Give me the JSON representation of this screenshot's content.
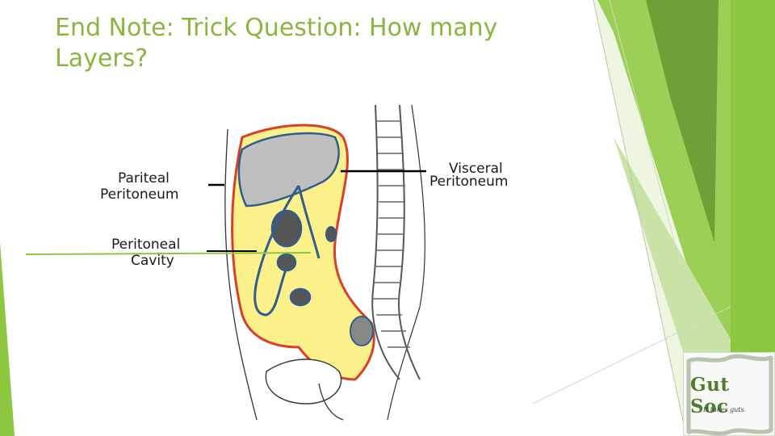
{
  "slide": {
    "title": "End Note: Trick Question: How many Layers?"
  },
  "diagram": {
    "labels": {
      "parietal_line1": "Pariteal",
      "parietal_line2": "Peritoneum",
      "cavity_line1": "Peritoneal",
      "cavity_line2": "Cavity",
      "visceral_line1": "Visceral",
      "visceral_line2": "Peritoneum"
    }
  },
  "logo": {
    "title": "Gut Soc",
    "tagline": "It takes guts."
  },
  "colors": {
    "title": "#8ab640",
    "accent_green": "#8dc63f",
    "dark_green": "#5e9a32",
    "cavity_yellow": "#fbf08a",
    "parietal_red": "#d8402a",
    "visceral_blue": "#2f5d8c"
  }
}
